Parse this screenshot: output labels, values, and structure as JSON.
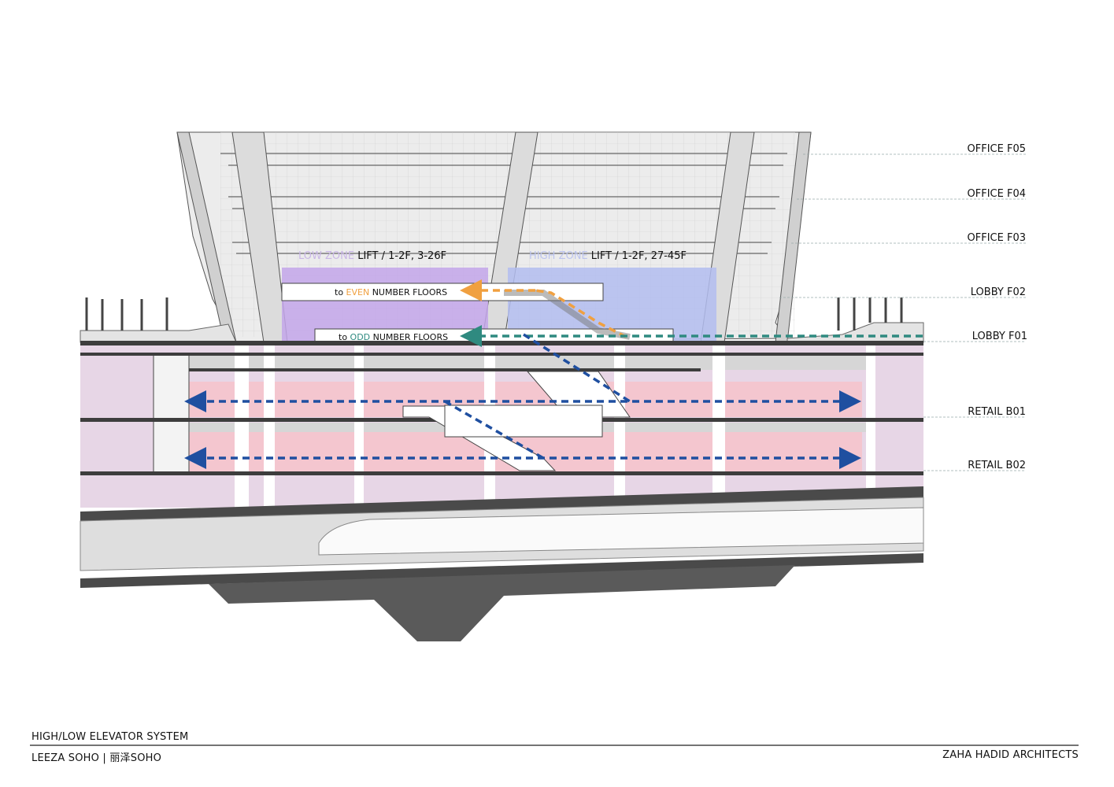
{
  "colors": {
    "low_zone": "#c9b6e6",
    "high_zone": "#bcc4ee",
    "even": "#f0a040",
    "odd": "#2f8a80",
    "route_blue": "#1f4fa0",
    "retail_pink": "#f4c6cf",
    "pale_purple": "#e7d6e6"
  },
  "floor_labels": [
    "OFFICE F05",
    "OFFICE F04",
    "OFFICE F03",
    "LOBBY F02",
    "LOBBY F01",
    "RETAIL B01",
    "RETAIL B02"
  ],
  "lifts": {
    "low_zone_tag": "LOW ZONE",
    "low_zone_text": " LIFT / 1-2F, 3-26F",
    "high_zone_tag": "HIGH ZONE",
    "high_zone_text": " LIFT /  1-2F, 27-45F"
  },
  "routes": {
    "even_prefix": "to ",
    "even_tag": "EVEN",
    "even_suffix": " NUMBER FLOORS",
    "odd_prefix": "to ",
    "odd_tag": "ODD",
    "odd_suffix": " NUMBER FLOORS"
  },
  "footer": {
    "title": "HIGH/LOW ELEVATOR SYSTEM",
    "project": "LEEZA SOHO | 丽泽SOHO",
    "firm": "ZAHA HADID ARCHITECTS"
  }
}
